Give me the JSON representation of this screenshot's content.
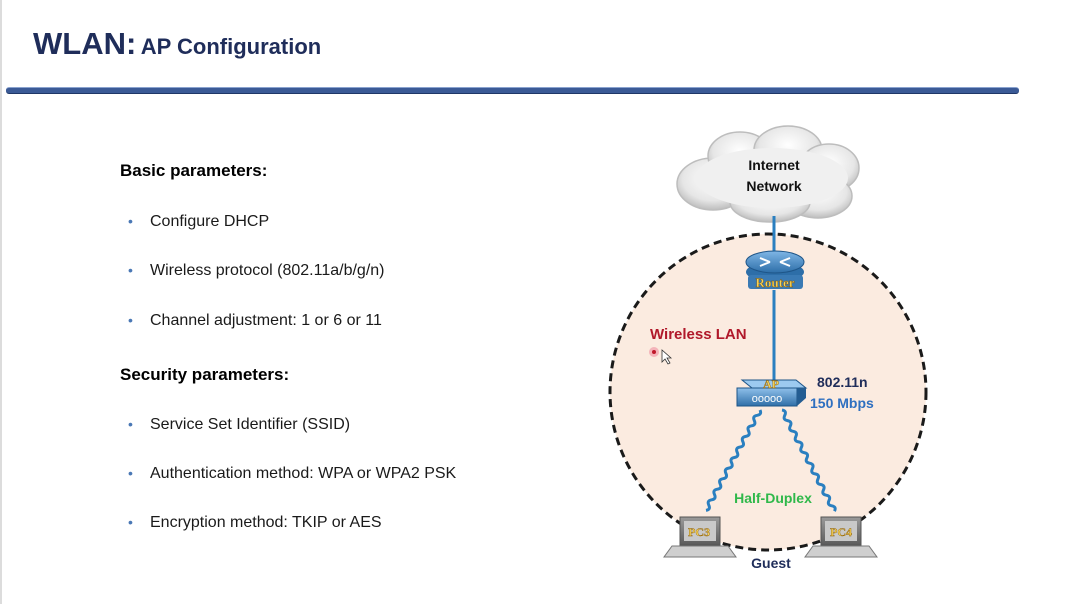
{
  "title": {
    "main": "WLAN:",
    "sub": "AP Configuration"
  },
  "basic": {
    "heading": "Basic parameters:",
    "items": [
      "Configure DHCP",
      "Wireless protocol (802.11a/b/g/n)",
      "Channel adjustment:  1 or 6 or 11"
    ]
  },
  "security": {
    "heading": "Security parameters:",
    "items": [
      "Service Set Identifier (SSID)",
      "Authentication method: WPA or WPA2 PSK",
      "Encryption method: TKIP or AES"
    ]
  },
  "diagram": {
    "cloud_line1": "Internet",
    "cloud_line2": "Network",
    "router_label": "Router",
    "ap_label": "AP",
    "wlan_label": "Wireless LAN",
    "standard": "802.11n",
    "speed": "150 Mbps",
    "duplex": "Half-Duplex",
    "pc3": "PC3",
    "pc4": "PC4",
    "guest": "Guest"
  },
  "colors": {
    "title": "#1f2d5a",
    "rule": "#3b5a96",
    "bullet": "#4a78b5",
    "wlan_label": "#b0182a",
    "standard": "#1f2d5a",
    "speed": "#2e6fc0",
    "duplex": "#2fb84a",
    "link": "#2a7fc0",
    "wlan_area": "#fbebe0"
  }
}
